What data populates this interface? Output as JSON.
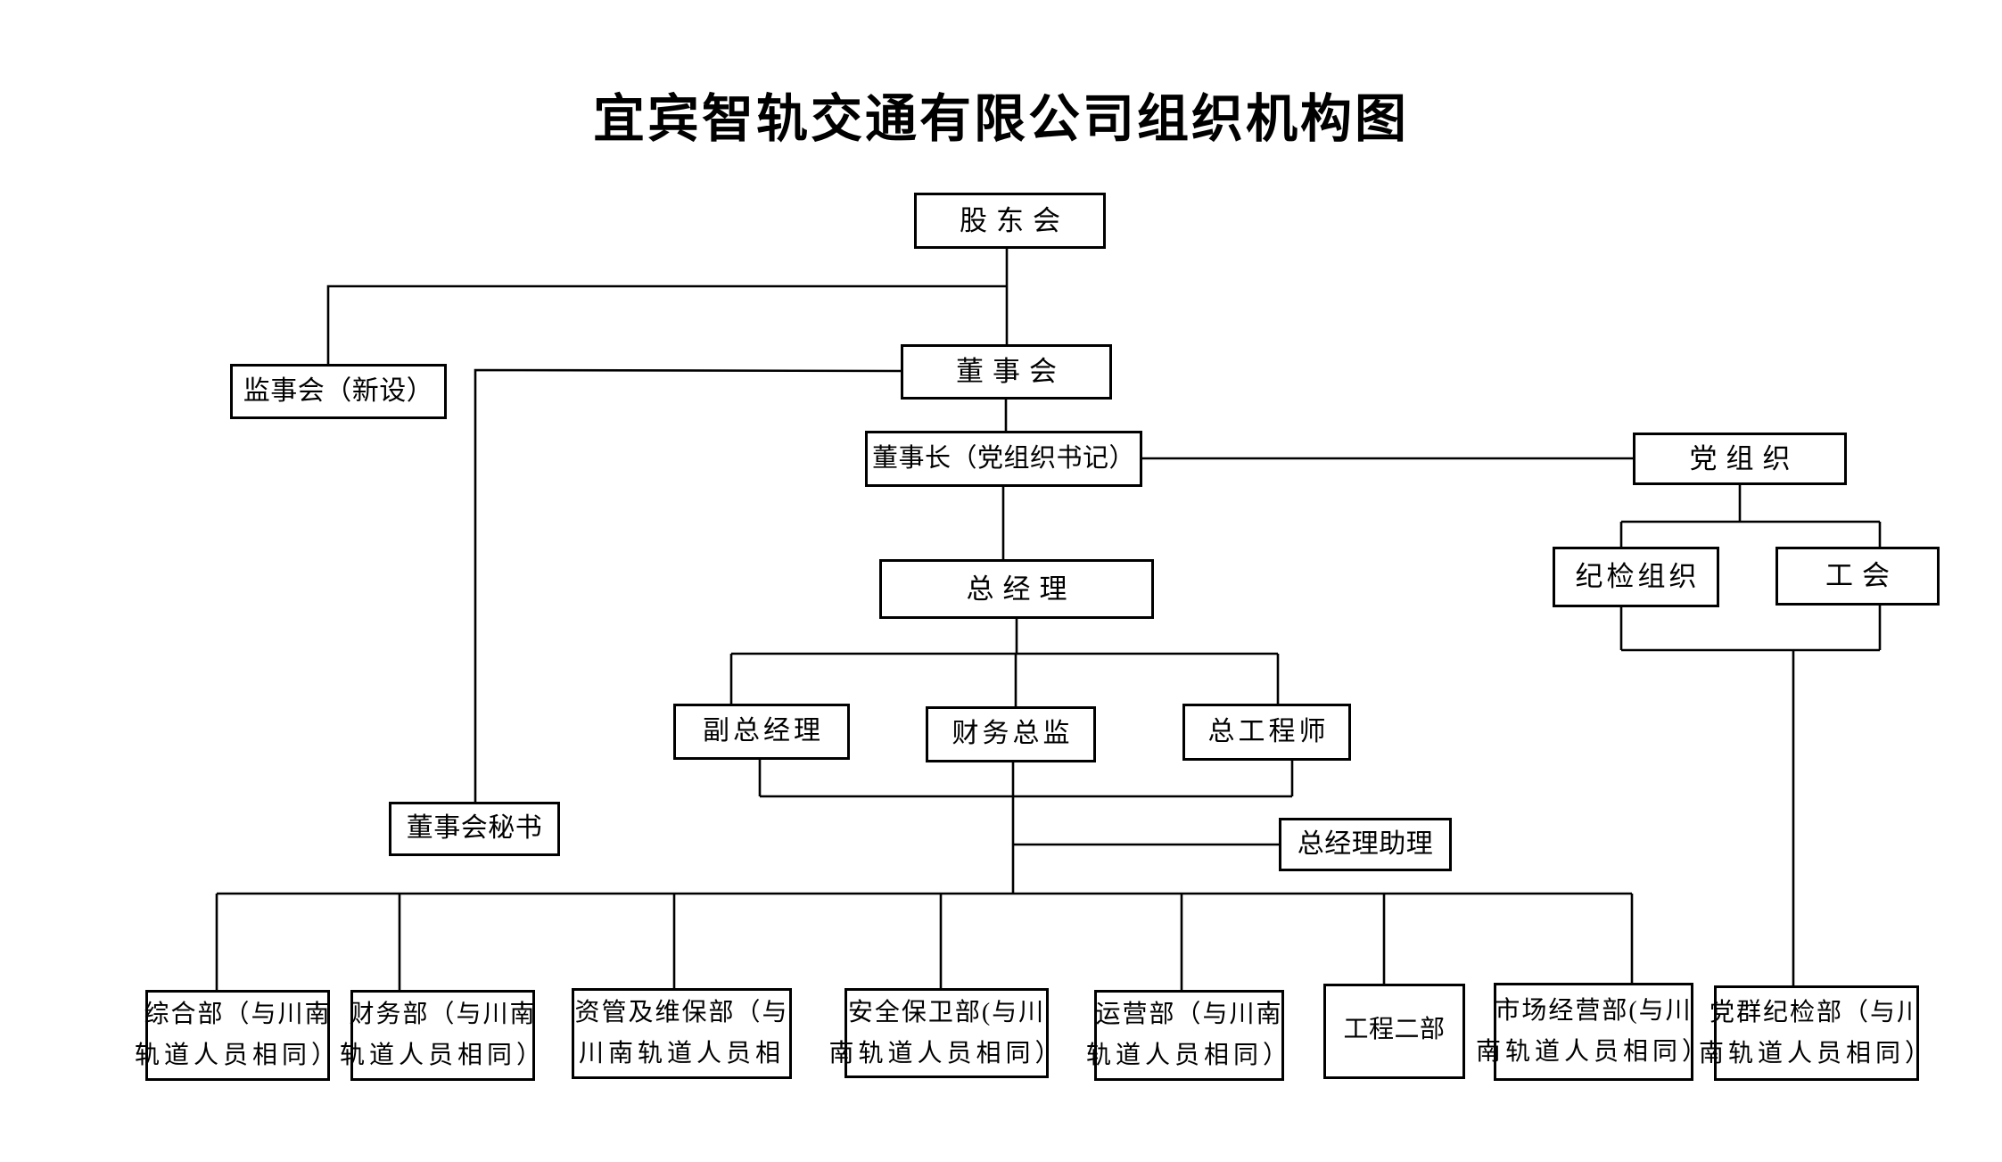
{
  "title": "宜宾智轨交通有限公司组织机构图",
  "colors": {
    "background": "#ffffff",
    "line": "#000000",
    "box_border": "#000000",
    "text": "#000000"
  },
  "nodes": {
    "shareholders": {
      "label": "股东会"
    },
    "supervisory_board": {
      "label": "监事会（新设）"
    },
    "board": {
      "label": "董事会"
    },
    "chairman": {
      "label": "董事长（党组织书记）"
    },
    "party_org": {
      "label": "党组织"
    },
    "discipline_org": {
      "label": "纪检组织"
    },
    "labor_union": {
      "label": "工会"
    },
    "general_manager": {
      "label": "总经理"
    },
    "deputy_gm": {
      "label": "副总经理"
    },
    "cfo": {
      "label": "财务总监"
    },
    "chief_engineer": {
      "label": "总工程师"
    },
    "board_secretary": {
      "label": "董事会秘书"
    },
    "gm_assistant": {
      "label": "总经理助理"
    },
    "dept_general": {
      "line1": "综合部（与川南",
      "line2": "轨道人员相同）"
    },
    "dept_finance": {
      "line1": "财务部（与川南",
      "line2": "轨道人员相同）"
    },
    "dept_asset_maint": {
      "line1": "资管及维保部（与",
      "line2": "川南轨道人员相"
    },
    "dept_security": {
      "line1": "安全保卫部(与川",
      "line2": "南轨道人员相同）"
    },
    "dept_operation": {
      "line1": "运营部（与川南",
      "line2": "轨道人员相同）"
    },
    "dept_engineering_2": {
      "label": "工程二部"
    },
    "dept_marketing": {
      "line1": "市场经营部(与川",
      "line2": "南轨道人员相同）"
    },
    "dept_party_disc": {
      "line1": "党群纪检部（与川",
      "line2": "南轨道人员相同）"
    }
  }
}
